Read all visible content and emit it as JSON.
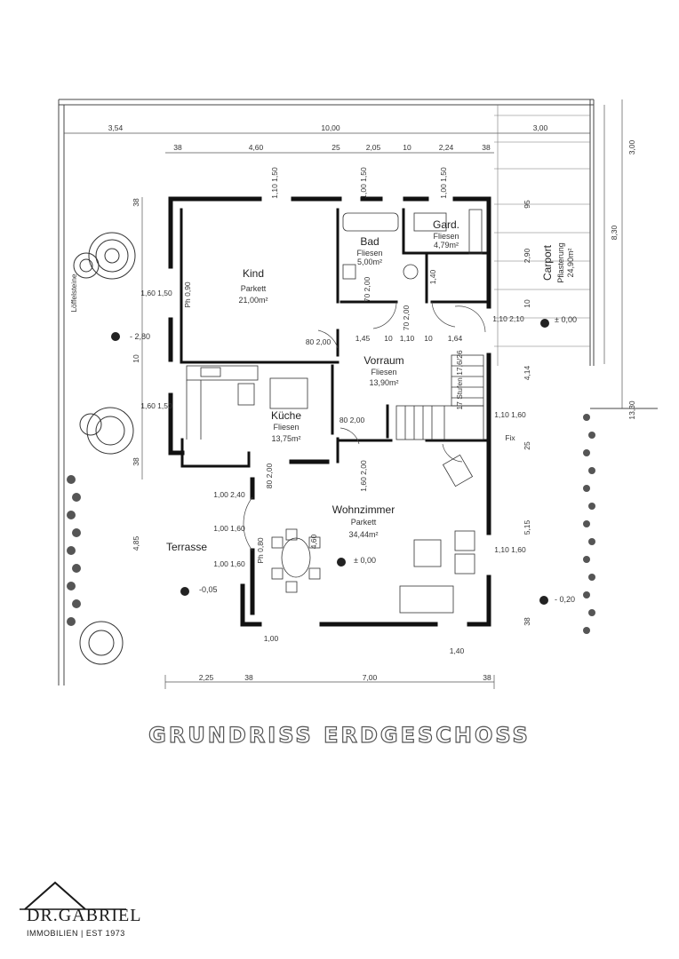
{
  "title": "GRUNDRISS ERDGESCHOSS",
  "rooms": {
    "kind": {
      "name": "Kind",
      "floor": "Parkett",
      "area": "21,00m²"
    },
    "bad": {
      "name": "Bad",
      "floor": "Fliesen",
      "area": "5,00m²"
    },
    "gard": {
      "name": "Gard.",
      "floor": "Fliesen",
      "area": "4,79m²"
    },
    "carport": {
      "name": "Carport",
      "floor": "Pflasterung",
      "area": "24,90m²"
    },
    "vorraum": {
      "name": "Vorraum",
      "floor": "Fliesen",
      "area": "13,90m²"
    },
    "kueche": {
      "name": "Küche",
      "floor": "Fliesen",
      "area": "13,75m²"
    },
    "wohnzimmer": {
      "name": "Wohnzimmer",
      "floor": "Parkett",
      "area": "34,44m²"
    },
    "terrasse": {
      "name": "Terrasse"
    }
  },
  "labels": {
    "loeffelsteine": "Löffelsteine",
    "level_kind": "- 2,80",
    "level_entry": "± 0,00",
    "level_wohn": "± 0,00",
    "level_terr": "-0,05",
    "level_right": "- 0,20",
    "stairs": "17 Stufen 17,6/26"
  },
  "dims": {
    "top1": [
      "3,54",
      "10,00",
      "3,00"
    ],
    "top2": [
      "38",
      "4,60",
      "25",
      "2,05",
      "10",
      "2,24",
      "38"
    ],
    "bottom": [
      "2,25",
      "38",
      "7,00",
      "38"
    ],
    "right": [
      "3,00",
      "8,30",
      "13,30",
      "4,14",
      "5,15",
      "95",
      "10",
      "25",
      "38"
    ],
    "left": [
      "38",
      "10",
      "4,85",
      "38"
    ],
    "openings": [
      "1,10\n1,50",
      "1,00\n1,50",
      "1,00\n1,50",
      "1,60\n1,50",
      "1,60\n1,50",
      "Ph 0,90",
      "1,10\n2,10",
      "1,00\n2,40",
      "1,00\n1,60",
      "1,00\n1,60",
      "1,10\n1,60",
      "1,60\n2,00",
      "80\n2,00",
      "80\n2,00",
      "70\n2,00",
      "70\n2,00",
      "80\n2,00"
    ],
    "vorraum_line": [
      "1,45",
      "10",
      "1,10",
      "10",
      "1,64"
    ],
    "misc": [
      "2,90",
      "1,40",
      "1,00",
      "1,40",
      "Ph 0,80",
      "4,60",
      "1,10\n1,60",
      "Fix"
    ]
  },
  "logo": {
    "name": "DR.GABRIEL",
    "tagline": "IMMOBILIEN | EST 1973"
  }
}
